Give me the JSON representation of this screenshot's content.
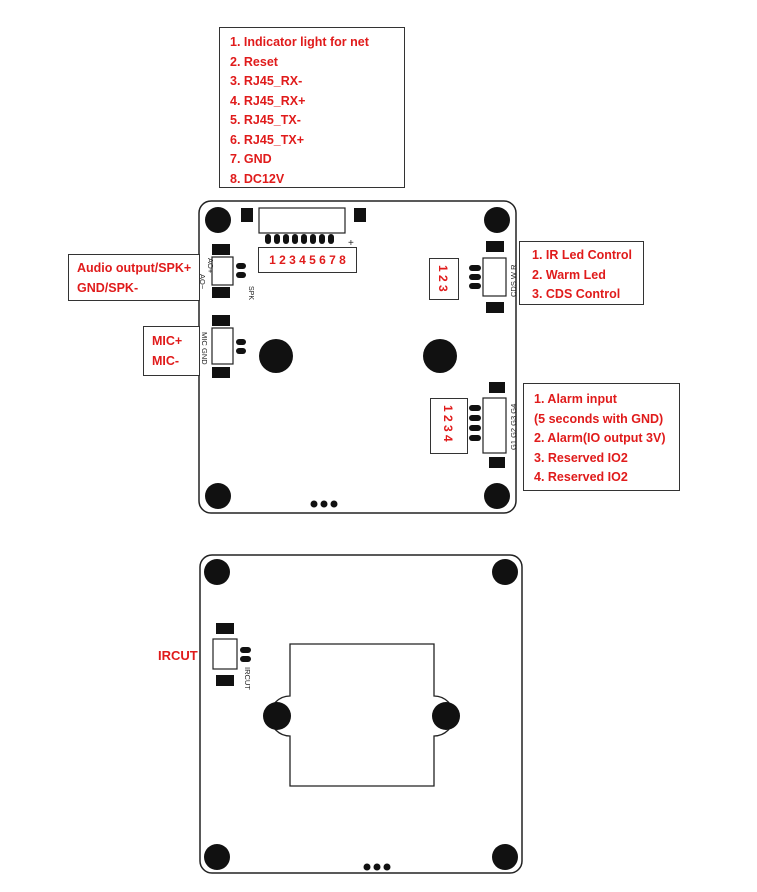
{
  "net_connector_pins": [
    "1.  Indicator light for net",
    "2.  Reset",
    "3.  RJ45_RX-",
    "4.  RJ45_RX+",
    "5.  RJ45_TX-",
    "6.  RJ45_TX+",
    "7.  GND",
    "8.  DC12V"
  ],
  "net_pin_numbers": "1 2 3 4 5 6 7 8",
  "plus_mark": "+",
  "audio_labels": [
    "Audio output/SPK+",
    "GND/SPK-"
  ],
  "mic_labels": [
    "MIC+",
    "MIC-"
  ],
  "ir_labels": [
    "1.  IR Led Control",
    "2.  Warm Led",
    "3.  CDS Control"
  ],
  "ir_pin_numbers": "1 2 3",
  "alarm_labels": [
    "1.  Alarm input",
    "(5 seconds with GND)",
    "2.  Alarm(IO output 3V)",
    "3.  Reserved IO2",
    "4.  Reserved IO2"
  ],
  "alarm_pin_numbers": "1 2 3 4",
  "ircut_label": "IRCUT",
  "silk": {
    "ao_plus": "AO+",
    "ao_minus": "AO−",
    "spk": "SPK",
    "mic": "MIC",
    "gnd": "GND",
    "cds_w_r": "CDS W R",
    "g_labels": "G1 G2 G3 G4",
    "ircut": "IRCUT"
  },
  "colors": {
    "label_red": "#e01b1b",
    "line": "#222222"
  }
}
